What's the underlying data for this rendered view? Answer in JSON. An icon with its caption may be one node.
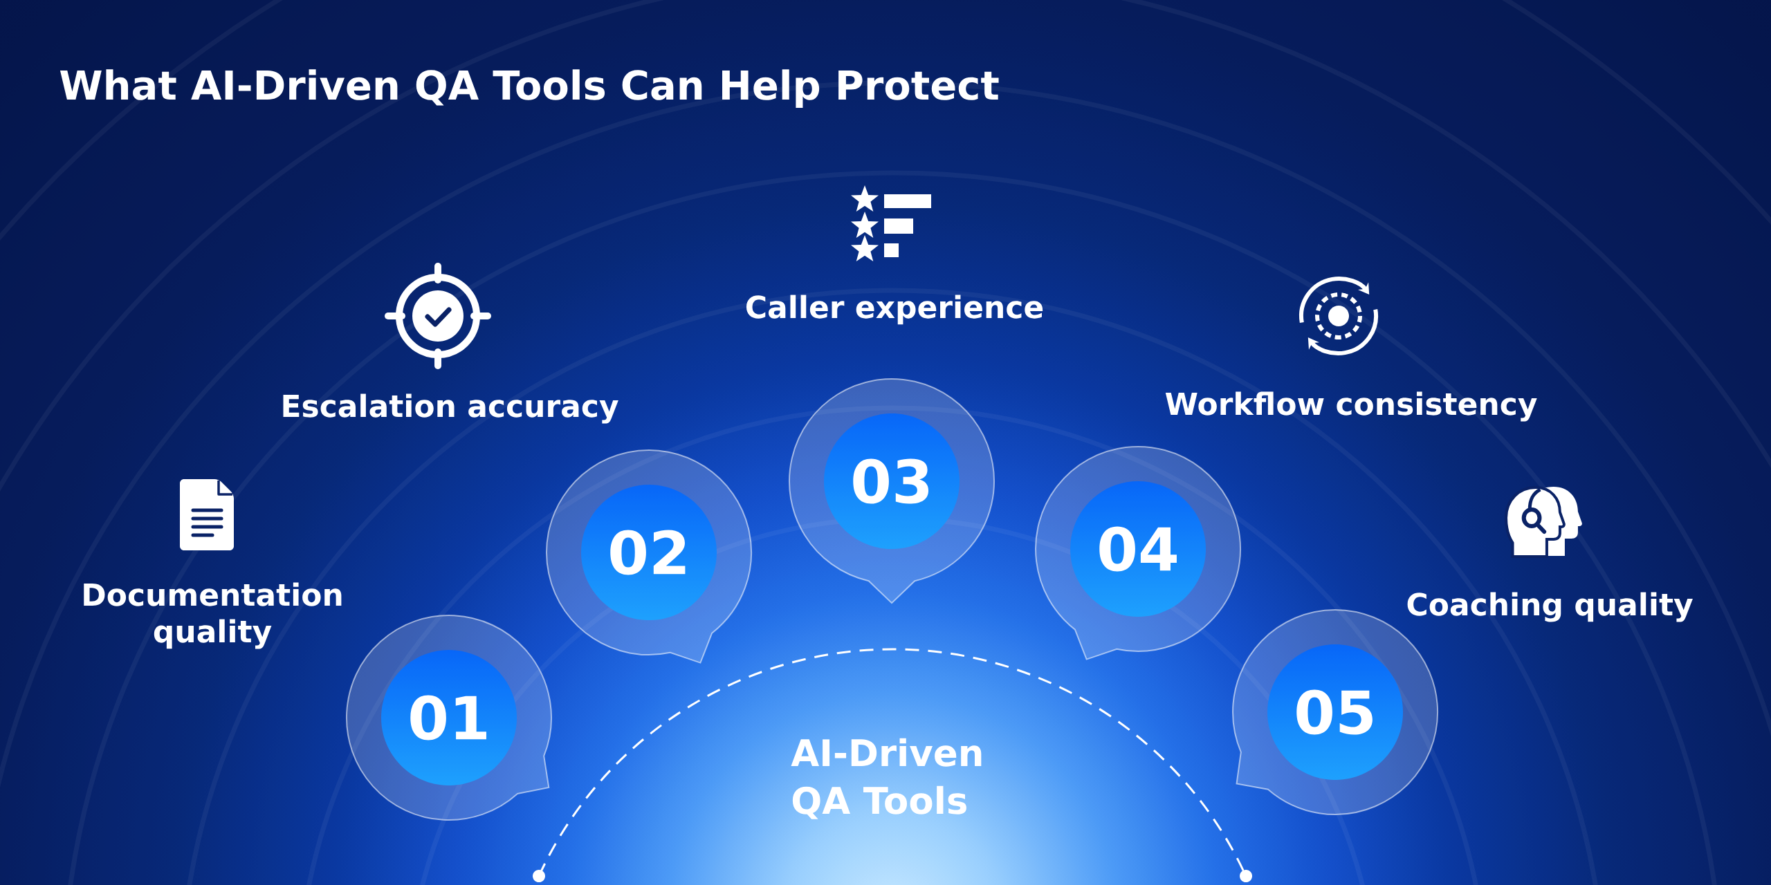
{
  "diagram": {
    "title": "What AI-Driven QA Tools Can Help Protect",
    "nodes": [
      {
        "text": [
          "01"
        ]
      },
      {
        "text": [
          "02"
        ]
      },
      {
        "text": [
          "03"
        ]
      },
      {
        "text": [
          "04"
        ]
      },
      {
        "text": [
          "05"
        ]
      },
      {
        "text": [
          "AI-Driven QA Tools"
        ]
      }
    ],
    "labels": [
      "Documentation quality",
      "Escalation accuracy",
      "Caller experience",
      "Workflow consistency",
      "Coaching quality"
    ]
  }
}
